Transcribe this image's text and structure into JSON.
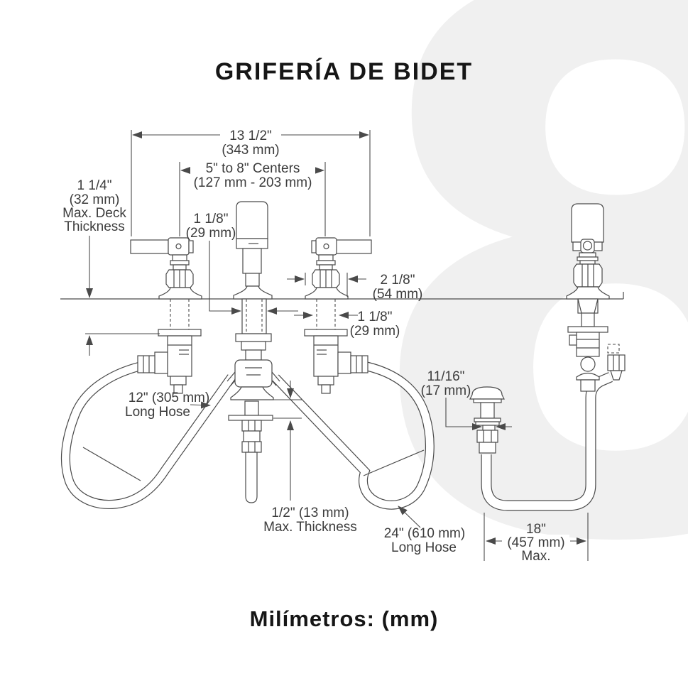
{
  "page": {
    "title": "GRIFERÍA DE BIDET",
    "footer": "Milímetros: (mm)",
    "watermark": "8"
  },
  "colors": {
    "background": "#ffffff",
    "line_art": "#4a4a4a",
    "label_text": "#3c3c3c",
    "heading_text": "#161616",
    "watermark": "#f0f0f0"
  },
  "dims": {
    "overall_width": {
      "line1": "13 1/2\"",
      "line2": "(343 mm)"
    },
    "handle_centers": {
      "line1": "5\" to 8\" Centers",
      "line2": "(127 mm - 203 mm)"
    },
    "deck_thickness": {
      "line1": "1 1/4\"",
      "line2": "(32 mm)",
      "line3": "Max. Deck",
      "line4": "Thickness"
    },
    "spout_shank": {
      "line1": "1 1/8\"",
      "line2": "(29 mm)"
    },
    "escutcheon_width": {
      "line1": "2 1/8\"",
      "line2": "(54 mm)"
    },
    "valve_shank": {
      "line1": "1 1/8\"",
      "line2": "(29 mm)"
    },
    "hose_12": {
      "line1": "12\" (305 mm)",
      "line2": "Long Hose"
    },
    "spray_shank": {
      "line1": "11/16\"",
      "line2": "(17 mm)"
    },
    "rim_thickness": {
      "line1": "1/2\" (13 mm)",
      "line2": "Max. Thickness"
    },
    "hose_24": {
      "line1": "24\" (610 mm)",
      "line2": "Long Hose"
    },
    "hose_18": {
      "line1": "18\"",
      "line2": "(457 mm)",
      "line3": "Max."
    }
  }
}
